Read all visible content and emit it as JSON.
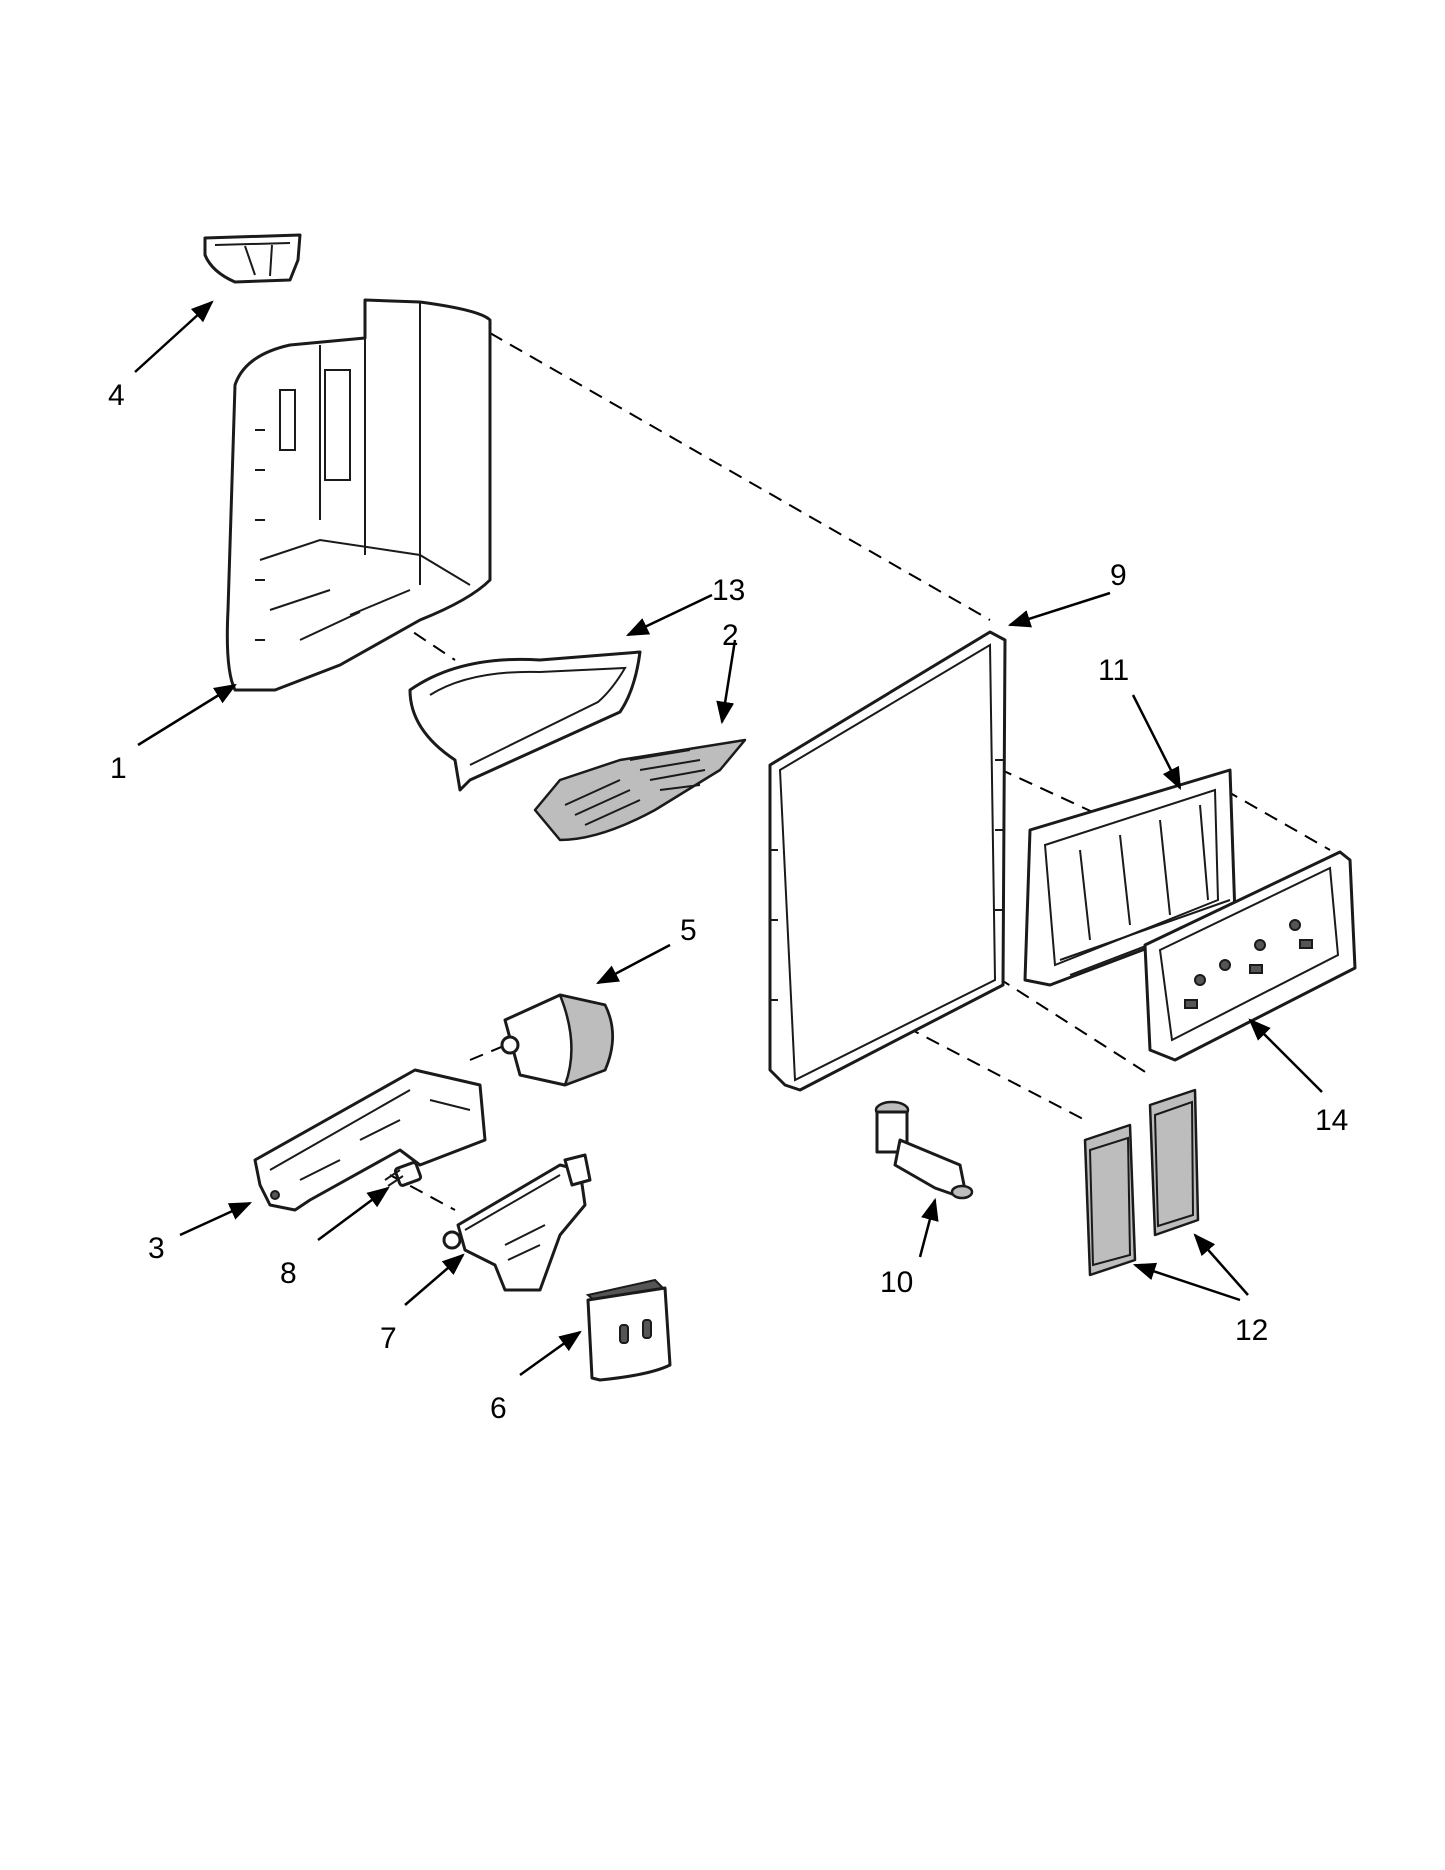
{
  "callouts": {
    "c1": "1",
    "c2": "2",
    "c3": "3",
    "c4": "4",
    "c5": "5",
    "c6": "6",
    "c7": "7",
    "c8": "8",
    "c9": "9",
    "c10": "10",
    "c11": "11",
    "c12": "12",
    "c13": "13",
    "c14": "14"
  },
  "colors": {
    "ink": "#1a1a1a",
    "shade": "#bdbdbd",
    "background": "#ffffff"
  }
}
